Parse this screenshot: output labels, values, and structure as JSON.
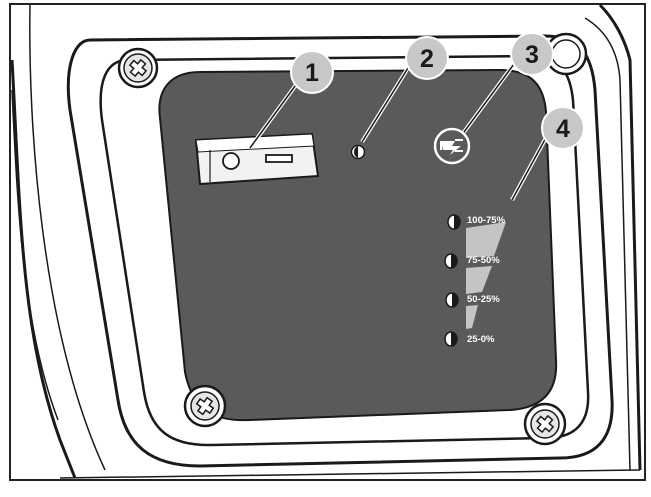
{
  "callouts": [
    {
      "number": "1",
      "target": "power switch"
    },
    {
      "number": "2",
      "target": "indicator led"
    },
    {
      "number": "3",
      "target": "charging symbol"
    },
    {
      "number": "4",
      "target": "battery level indicators"
    }
  ],
  "battery_levels": [
    {
      "label": "100-75%",
      "fill": 1.0
    },
    {
      "label": "75-50%",
      "fill": 0.75
    },
    {
      "label": "50-25%",
      "fill": 0.5
    },
    {
      "label": "25-0%",
      "fill": 0.25
    }
  ],
  "colors": {
    "panel": "#5a5a5a",
    "bezel_stroke": "#1a1a1a",
    "callout_circle": "#c8c8c8",
    "level_bar": "#c4c4c4",
    "switch_body": "#f2f2f2"
  },
  "icons": {
    "charging_symbol": "plug-lightning-icon",
    "screw": "phillips-screw-icon"
  }
}
